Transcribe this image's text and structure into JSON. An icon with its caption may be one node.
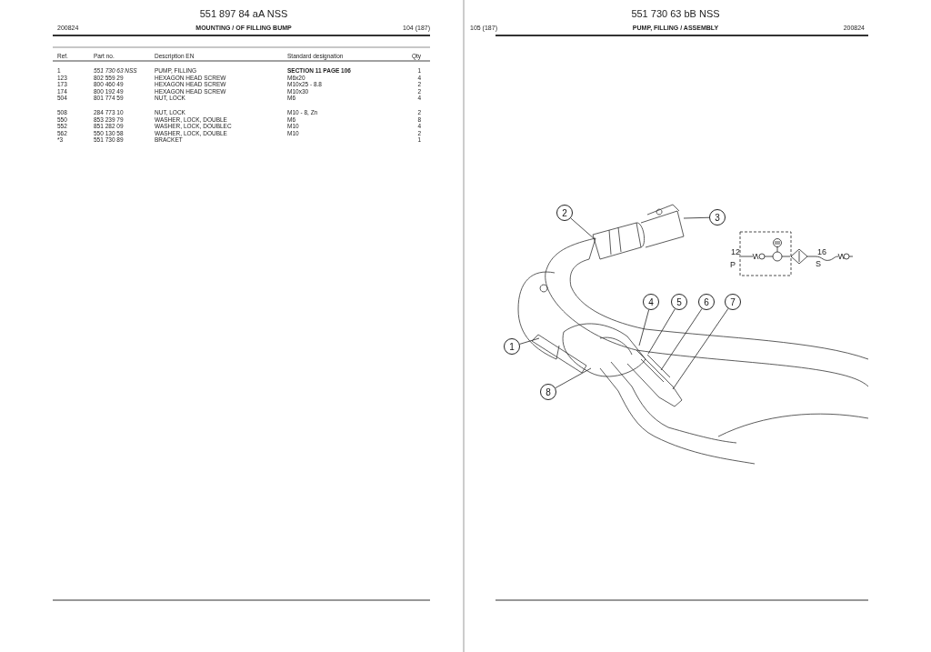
{
  "diagram": {
    "nodes": [
      {
        "text": [
          "1"
        ]
      },
      {
        "text": [
          "2"
        ]
      },
      {
        "text": [
          "3"
        ]
      },
      {
        "text": [
          "4"
        ]
      },
      {
        "text": [
          "5"
        ]
      },
      {
        "text": [
          "6"
        ]
      },
      {
        "text": [
          "7"
        ]
      },
      {
        "text": [
          "8"
        ]
      }
    ],
    "edges": [
      {
        "from": 0,
        "to": null,
        "arrow": "none"
      },
      {
        "from": 1,
        "to": null,
        "arrow": "none"
      },
      {
        "from": 2,
        "to": null,
        "arrow": "none"
      },
      {
        "from": 3,
        "to": null,
        "arrow": "none"
      },
      {
        "from": 4,
        "to": null,
        "arrow": "none"
      },
      {
        "from": 5,
        "to": null,
        "arrow": "none"
      },
      {
        "from": 6,
        "to": null,
        "arrow": "none"
      },
      {
        "from": 7,
        "to": null,
        "arrow": "none"
      }
    ],
    "labels": [
      "551 897 84 aA NSS",
      "200824",
      "MOUNTING / OF FILLING BUMP",
      "104 (187)",
      "Ref.",
      "Part no.",
      "Description EN",
      "Standard designation",
      "Qty",
      "1",
      "551 730 63 NSS",
      "PUMP, FILLING",
      "SECTION 11 PAGE 106",
      "1",
      "123",
      "802 559 29",
      "HEXAGON HEAD SCREW",
      "M6x20",
      "4",
      "173",
      "800 460 49",
      "HEXAGON HEAD SCREW",
      "M10x25 - 8.8",
      "2",
      "174",
      "800 192 49",
      "HEXAGON HEAD SCREW",
      "M10x30",
      "2",
      "504",
      "801 774 59",
      "NUT, LOCK",
      "M6",
      "4",
      "508",
      "284 773 10",
      "NUT, LOCK",
      "M10 - 8, Zn",
      "2",
      "550",
      "853 239 79",
      "WASHER, LOCK, DOUBLE",
      "M6",
      "8",
      "552",
      "851 282 09",
      "WASHER, LOCK, DOUBLEC",
      "M10",
      "4",
      "562",
      "550 130 58",
      "WASHER, LOCK, DOUBLE",
      "M10",
      "2",
      "*3",
      "551 730 89",
      "BRACKET",
      "1",
      "551 730 63 bB NSS",
      "105 (187)",
      "PUMP, FILLING / ASSEMBLY",
      "200824",
      "12",
      "P",
      "16",
      "S"
    ]
  }
}
